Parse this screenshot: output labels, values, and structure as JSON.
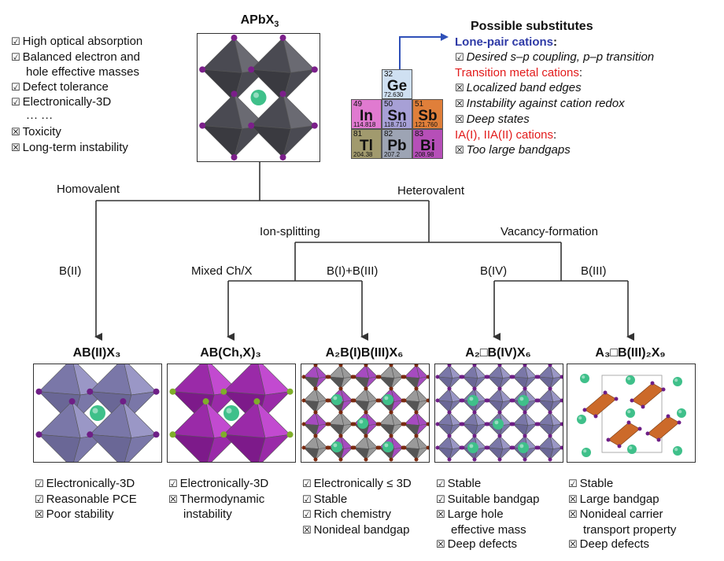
{
  "top": {
    "title": "APbX",
    "title_sub": "3",
    "pros": [
      "High optical absorption",
      "Balanced electron and",
      "hole effective masses",
      "Defect tolerance",
      "Electronically-3D",
      "··· ···"
    ],
    "cons": [
      "Toxicity",
      "Long-term instability"
    ]
  },
  "substitutes": {
    "title": "Possible substitutes",
    "lone_pair": "Lone-pair cations",
    "lone_pair_item": "Desired s–p coupling, p–p transition",
    "transition": "Transition metal cations",
    "transition_items": [
      "Localized band edges",
      "Instability against cation redox",
      "Deep states"
    ],
    "group": "IA(I), IIA(II) cations",
    "group_item": "Too large bandgaps"
  },
  "periodic": [
    {
      "num": "32",
      "sym": "Ge",
      "mass": "72.630",
      "color": "#cfe0f2"
    },
    {
      "num": "49",
      "sym": "In",
      "mass": "114.818",
      "color": "#e07ad0"
    },
    {
      "num": "50",
      "sym": "Sn",
      "mass": "118.710",
      "color": "#a7a0d6"
    },
    {
      "num": "51",
      "sym": "Sb",
      "mass": "121.760",
      "color": "#e07f3a"
    },
    {
      "num": "81",
      "sym": "Tl",
      "mass": "204.38",
      "color": "#a19a6e"
    },
    {
      "num": "82",
      "sym": "Pb",
      "mass": "207.2",
      "color": "#9da4b4"
    },
    {
      "num": "83",
      "sym": "Bi",
      "mass": "208.98",
      "color": "#b64fb8"
    }
  ],
  "branches": {
    "homovalent": "Homovalent",
    "heterovalent": "Heterovalent",
    "ion_splitting": "Ion-splitting",
    "vacancy": "Vacancy-formation",
    "b2": "B(II)",
    "mixed": "Mixed Ch/X",
    "b1b3": "B(I)+B(III)",
    "b4": "B(IV)",
    "b3": "B(III)"
  },
  "columns": [
    {
      "title": "AB(II)X₃",
      "items": [
        [
          "ok",
          "Electronically-3D"
        ],
        [
          "ok",
          "Reasonable PCE"
        ],
        [
          "bad",
          "Poor stability"
        ]
      ]
    },
    {
      "title": "AB(Ch,X)₃",
      "items": [
        [
          "ok",
          "Electronically-3D"
        ],
        [
          "bad",
          "Thermodynamic"
        ],
        [
          "",
          "instability"
        ]
      ]
    },
    {
      "title": "A₂B(I)B(III)X₆",
      "items": [
        [
          "ok",
          "Electronically ≤ 3D"
        ],
        [
          "ok",
          "Stable"
        ],
        [
          "ok",
          "Rich chemistry"
        ],
        [
          "bad",
          "Nonideal bandgap"
        ]
      ]
    },
    {
      "title": "A₂□B(IV)X₆",
      "items": [
        [
          "ok",
          "Stable"
        ],
        [
          "ok",
          "Suitable bandgap"
        ],
        [
          "bad",
          "Large hole"
        ],
        [
          "",
          "effective mass"
        ],
        [
          "bad",
          "Deep defects"
        ]
      ]
    },
    {
      "title": "A₃□B(III)₂X₉",
      "items": [
        [
          "ok",
          "Stable"
        ],
        [
          "bad",
          "Large bandgap"
        ],
        [
          "bad",
          "Nonideal carrier"
        ],
        [
          "",
          "transport property"
        ],
        [
          "bad",
          "Deep defects"
        ]
      ]
    }
  ],
  "colors": {
    "lone_pair": "#2e3aa6",
    "transition": "#e21b1b",
    "arrow": "#2f50b8"
  }
}
